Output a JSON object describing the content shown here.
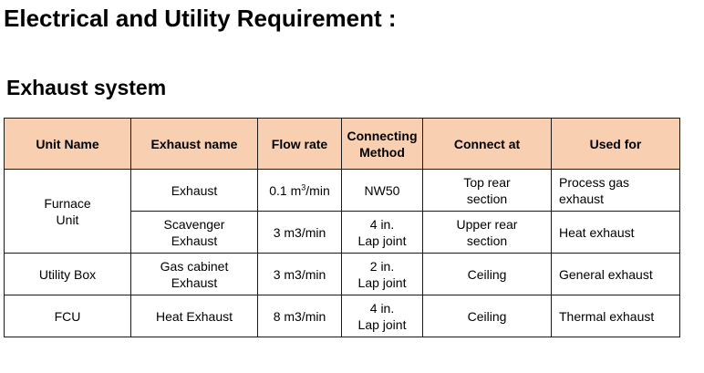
{
  "title": "Electrical and Utility Requirement :",
  "section": "Exhaust system",
  "table": {
    "headers": [
      "Unit Name",
      "Exhaust name",
      "Flow rate",
      "Connecting Method",
      "Connect at",
      "Used for"
    ],
    "header_lines": {
      "connecting_1": "Connecting",
      "connecting_2": "Method"
    },
    "rows": [
      {
        "unit_1": "Furnace",
        "unit_2": "Unit",
        "exhaust_1": "Exhaust",
        "exhaust_2": "",
        "flow_prefix": "0.1 m",
        "flow_sup": "3",
        "flow_suffix": "/min",
        "method_1": "NW50",
        "method_2": "",
        "connect_1": "Top rear",
        "connect_2": "section",
        "used_for": "Process gas exhaust"
      },
      {
        "exhaust_1": "Scavenger",
        "exhaust_2": "Exhaust",
        "flow": "3 m3/min",
        "method_1": "4 in.",
        "method_2": "Lap joint",
        "connect_1": "Upper rear",
        "connect_2": "section",
        "used_for": "Heat exhaust"
      },
      {
        "unit_1": "Utility Box",
        "exhaust_1": "Gas cabinet",
        "exhaust_2": "Exhaust",
        "flow": "3 m3/min",
        "method_1": "2 in.",
        "method_2": "Lap joint",
        "connect_1": "Ceiling",
        "used_for": "General exhaust"
      },
      {
        "unit_1": "FCU",
        "exhaust_1": "Heat Exhaust",
        "flow": "8 m3/min",
        "method_1": "4 in.",
        "method_2": "Lap joint",
        "connect_1": "Ceiling",
        "used_for": "Thermal exhaust"
      }
    ]
  }
}
